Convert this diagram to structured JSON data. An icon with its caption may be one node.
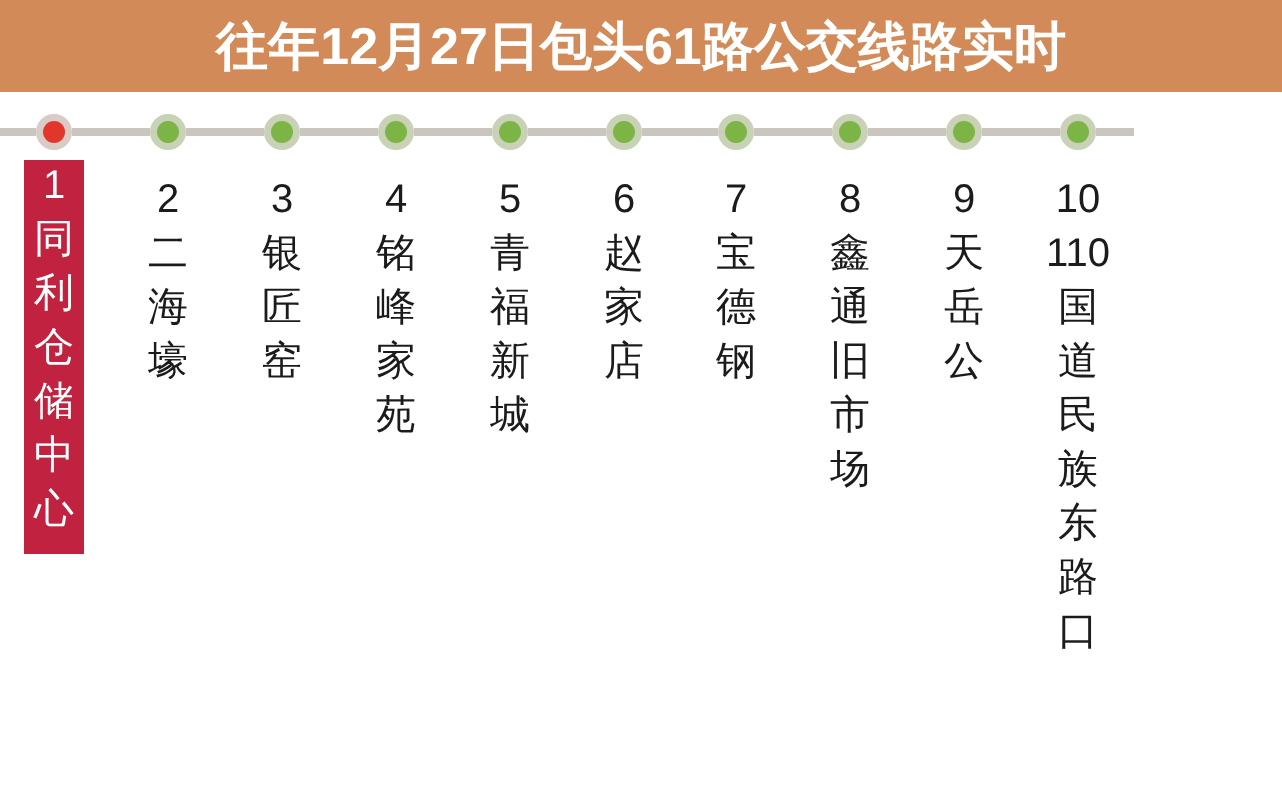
{
  "diagram": {
    "title": "往年12月27日包头61路公交线路实时",
    "nodes": [
      {
        "text": [],
        "shape": "circle",
        "beside": [
          "1",
          "同利仓储中心"
        ]
      },
      {
        "text": [],
        "shape": "circle",
        "beside": [
          "2",
          "二海壕"
        ]
      },
      {
        "text": [],
        "shape": "circle",
        "beside": [
          "3",
          "银匠窑"
        ]
      },
      {
        "text": [],
        "shape": "circle",
        "beside": [
          "4",
          "铭峰家苑"
        ]
      },
      {
        "text": [],
        "shape": "circle",
        "beside": [
          "5",
          "青福新城"
        ]
      },
      {
        "text": [],
        "shape": "circle",
        "beside": [
          "6",
          "赵家店"
        ]
      },
      {
        "text": [],
        "shape": "circle",
        "beside": [
          "7",
          "宝德钢"
        ]
      },
      {
        "text": [],
        "shape": "circle",
        "beside": [
          "8",
          "鑫通旧市场"
        ]
      },
      {
        "text": [],
        "shape": "circle",
        "beside": [
          "9",
          "天岳公"
        ]
      },
      {
        "text": [],
        "shape": "circle",
        "beside": [
          "10",
          "110国道民族东路口"
        ]
      }
    ],
    "edges": [
      {
        "from": null,
        "to": 0,
        "arrow": "none"
      },
      {
        "from": 0,
        "to": 1,
        "arrow": "none"
      },
      {
        "from": 1,
        "to": 2,
        "arrow": "none"
      },
      {
        "from": 2,
        "to": 3,
        "arrow": "none"
      },
      {
        "from": 3,
        "to": 4,
        "arrow": "none"
      },
      {
        "from": 4,
        "to": 5,
        "arrow": "none"
      },
      {
        "from": 5,
        "to": 6,
        "arrow": "none"
      },
      {
        "from": 6,
        "to": 7,
        "arrow": "none"
      },
      {
        "from": 7,
        "to": 8,
        "arrow": "none"
      },
      {
        "from": 8,
        "to": 9,
        "arrow": "none"
      },
      {
        "from": 9,
        "to": null,
        "arrow": "none"
      }
    ]
  }
}
